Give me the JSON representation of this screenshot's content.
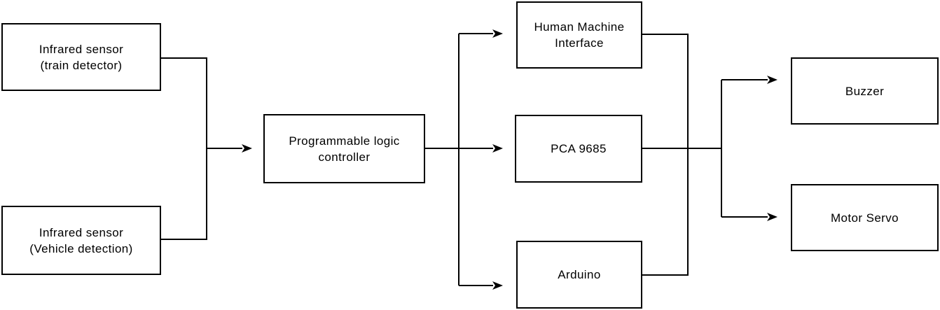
{
  "diagram": {
    "colors": {
      "background": "#ffffff",
      "stroke": "#000000",
      "text": "#000000"
    },
    "nodes": [
      {
        "id": "infrared-train",
        "line1": "Infrared sensor",
        "line2": "(train detector)"
      },
      {
        "id": "infrared-vehicle",
        "line1": "Infrared sensor",
        "line2": "(Vehicle detection)"
      },
      {
        "id": "plc",
        "line1": "Programmable logic",
        "line2": "controller"
      },
      {
        "id": "hmi",
        "line1": "Human Machine",
        "line2": "Interface"
      },
      {
        "id": "pca9685",
        "line1": "PCA 9685",
        "line2": ""
      },
      {
        "id": "arduino",
        "line1": "Arduino",
        "line2": ""
      },
      {
        "id": "buzzer",
        "line1": "Buzzer",
        "line2": ""
      },
      {
        "id": "motor-servo",
        "line1": "Motor Servo",
        "line2": ""
      }
    ],
    "edges": [
      {
        "from": "infrared-train",
        "to": "plc"
      },
      {
        "from": "infrared-vehicle",
        "to": "plc"
      },
      {
        "from": "plc",
        "to": "hmi"
      },
      {
        "from": "plc",
        "to": "pca9685"
      },
      {
        "from": "plc",
        "to": "arduino"
      },
      {
        "from": "hmi",
        "to": "buzzer"
      },
      {
        "from": "hmi",
        "to": "motor-servo"
      },
      {
        "from": "pca9685",
        "to": "buzzer"
      },
      {
        "from": "pca9685",
        "to": "motor-servo"
      },
      {
        "from": "arduino",
        "to": "buzzer"
      },
      {
        "from": "arduino",
        "to": "motor-servo"
      }
    ]
  }
}
